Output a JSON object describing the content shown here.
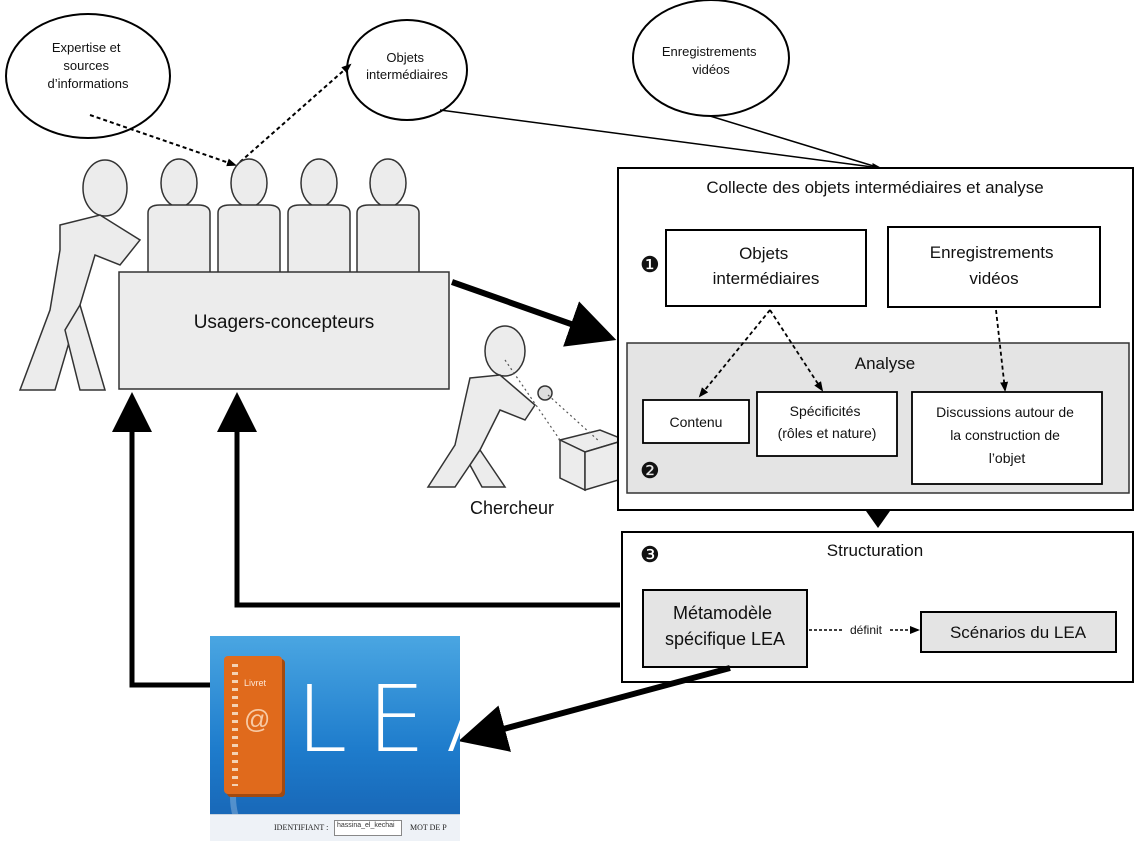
{
  "ellipses": {
    "expertise": [
      "Expertise et",
      "sources",
      "d’informations"
    ],
    "objets": [
      "Objets",
      "intermédiaires"
    ],
    "enregistrements": [
      "Enregistrements",
      "vidéos"
    ]
  },
  "usagers_label": "Usagers-concepteurs",
  "chercheur_label": "Chercheur",
  "collecte": {
    "title": "Collecte des objets intermédiaires et analyse",
    "marker1": "❶",
    "box_objets": [
      "Objets",
      "intermédiaires"
    ],
    "box_enregistrements": [
      "Enregistrements",
      "vidéos"
    ]
  },
  "analyse": {
    "title": "Analyse",
    "marker2": "❷",
    "contenu": "Contenu",
    "specificites": [
      "Spécificités",
      "(rôles et nature)"
    ],
    "discussions": [
      "Discussions autour de",
      "la construction de",
      "l’objet"
    ]
  },
  "structuration": {
    "title": "Structuration",
    "marker3": "❸",
    "metamodele": [
      "Métamodèle",
      "spécifique LEA"
    ],
    "definit": "définit",
    "scenarios": "Scénarios du LEA"
  },
  "lea_screenshot": {
    "notebook_text": "Livret",
    "at_sign": "@",
    "logo": "LEA",
    "identifiant_label": "IDENTIFIANT :",
    "identifiant_value": "hassina_el_kechai",
    "mot_label": "MOT DE P"
  }
}
